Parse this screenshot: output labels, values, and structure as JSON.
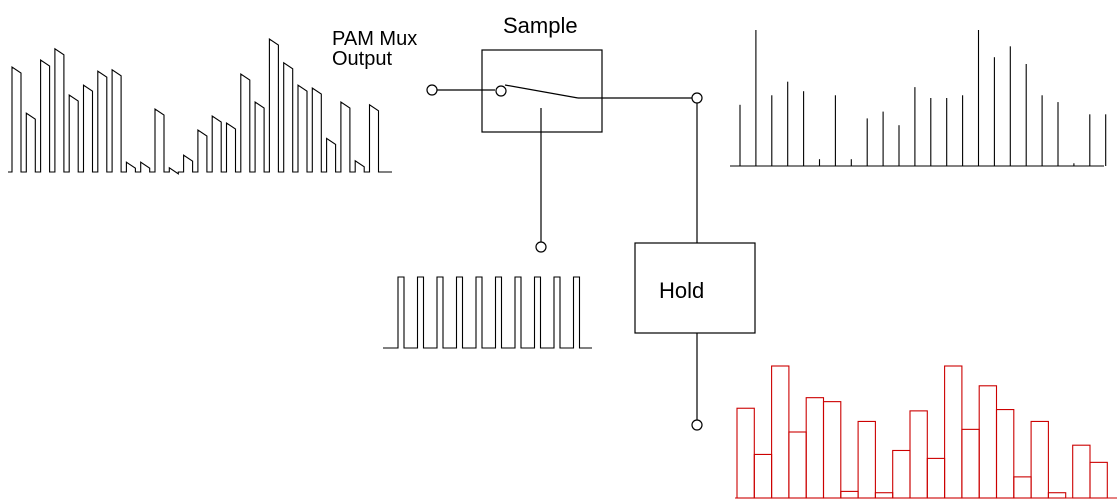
{
  "labels": {
    "mux_line1": "PAM Mux",
    "mux_line2": "Output",
    "sample": "Sample",
    "hold": "Hold"
  },
  "signals": {
    "pam_input_heights": [
      0.75,
      0.42,
      0.8,
      0.88,
      0.55,
      0.62,
      0.72,
      0.73,
      0.07,
      0.07,
      0.45,
      0.03,
      0.12,
      0.3,
      0.4,
      0.35,
      0.7,
      0.5,
      0.95,
      0.78,
      0.62,
      0.6,
      0.24,
      0.5,
      0.08,
      0.48
    ],
    "sampled_heights": [
      0.45,
      1.0,
      0.52,
      0.62,
      0.55,
      0.05,
      0.52,
      0.05,
      0.35,
      0.4,
      0.3,
      0.58,
      0.5,
      0.5,
      0.52,
      1.0,
      0.8,
      0.88,
      0.75,
      0.52,
      0.47,
      0.02,
      0.38,
      0.38
    ],
    "held_heights": [
      0.68,
      0.33,
      1.0,
      0.5,
      0.76,
      0.73,
      0.05,
      0.58,
      0.04,
      0.36,
      0.66,
      0.3,
      1.0,
      0.52,
      0.85,
      0.67,
      0.16,
      0.58,
      0.04,
      0.4,
      0.27
    ],
    "clock_pulse_count": 10,
    "colors": {
      "stroke": "#000000",
      "held": "#cc0000"
    }
  }
}
